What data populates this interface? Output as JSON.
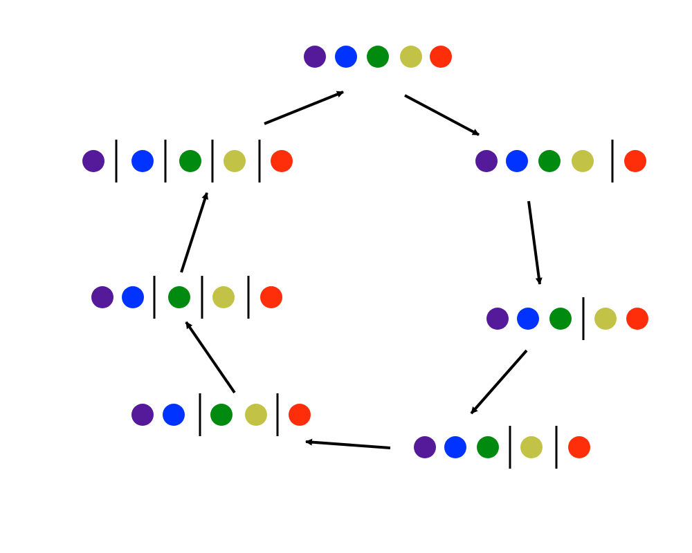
{
  "colors": {
    "purple": "#551A99",
    "blue": "#0033FF",
    "green": "#008A0F",
    "olive": "#C2C247",
    "red": "#FF2E0A",
    "line": "#000000"
  },
  "diagram": {
    "type": "cycle",
    "dot_order": [
      "purple",
      "blue",
      "green",
      "olive",
      "red"
    ],
    "states": [
      {
        "id": "state-top",
        "groups": [
          [
            "purple",
            "blue",
            "green",
            "olive",
            "red"
          ]
        ]
      },
      {
        "id": "state-right-upper",
        "groups": [
          [
            "purple",
            "blue",
            "green",
            "olive"
          ],
          [
            "red"
          ]
        ]
      },
      {
        "id": "state-right-lower",
        "groups": [
          [
            "purple",
            "blue",
            "green"
          ],
          [
            "olive",
            "red"
          ]
        ]
      },
      {
        "id": "state-bottom-right",
        "groups": [
          [
            "purple",
            "blue",
            "green"
          ],
          [
            "olive"
          ],
          [
            "red"
          ]
        ]
      },
      {
        "id": "state-bottom-left",
        "groups": [
          [
            "purple",
            "blue"
          ],
          [
            "green",
            "olive"
          ],
          [
            "red"
          ]
        ]
      },
      {
        "id": "state-left-lower",
        "groups": [
          [
            "purple",
            "blue"
          ],
          [
            "green"
          ],
          [
            "olive"
          ],
          [
            "red"
          ]
        ]
      },
      {
        "id": "state-left-upper",
        "groups": [
          [
            "purple"
          ],
          [
            "blue"
          ],
          [
            "green"
          ],
          [
            "olive"
          ],
          [
            "red"
          ]
        ]
      }
    ],
    "transitions": [
      [
        "state-top",
        "state-right-upper"
      ],
      [
        "state-right-upper",
        "state-right-lower"
      ],
      [
        "state-right-lower",
        "state-bottom-right"
      ],
      [
        "state-bottom-right",
        "state-bottom-left"
      ],
      [
        "state-bottom-left",
        "state-left-lower"
      ],
      [
        "state-left-lower",
        "state-left-upper"
      ],
      [
        "state-left-upper",
        "state-top"
      ]
    ]
  }
}
